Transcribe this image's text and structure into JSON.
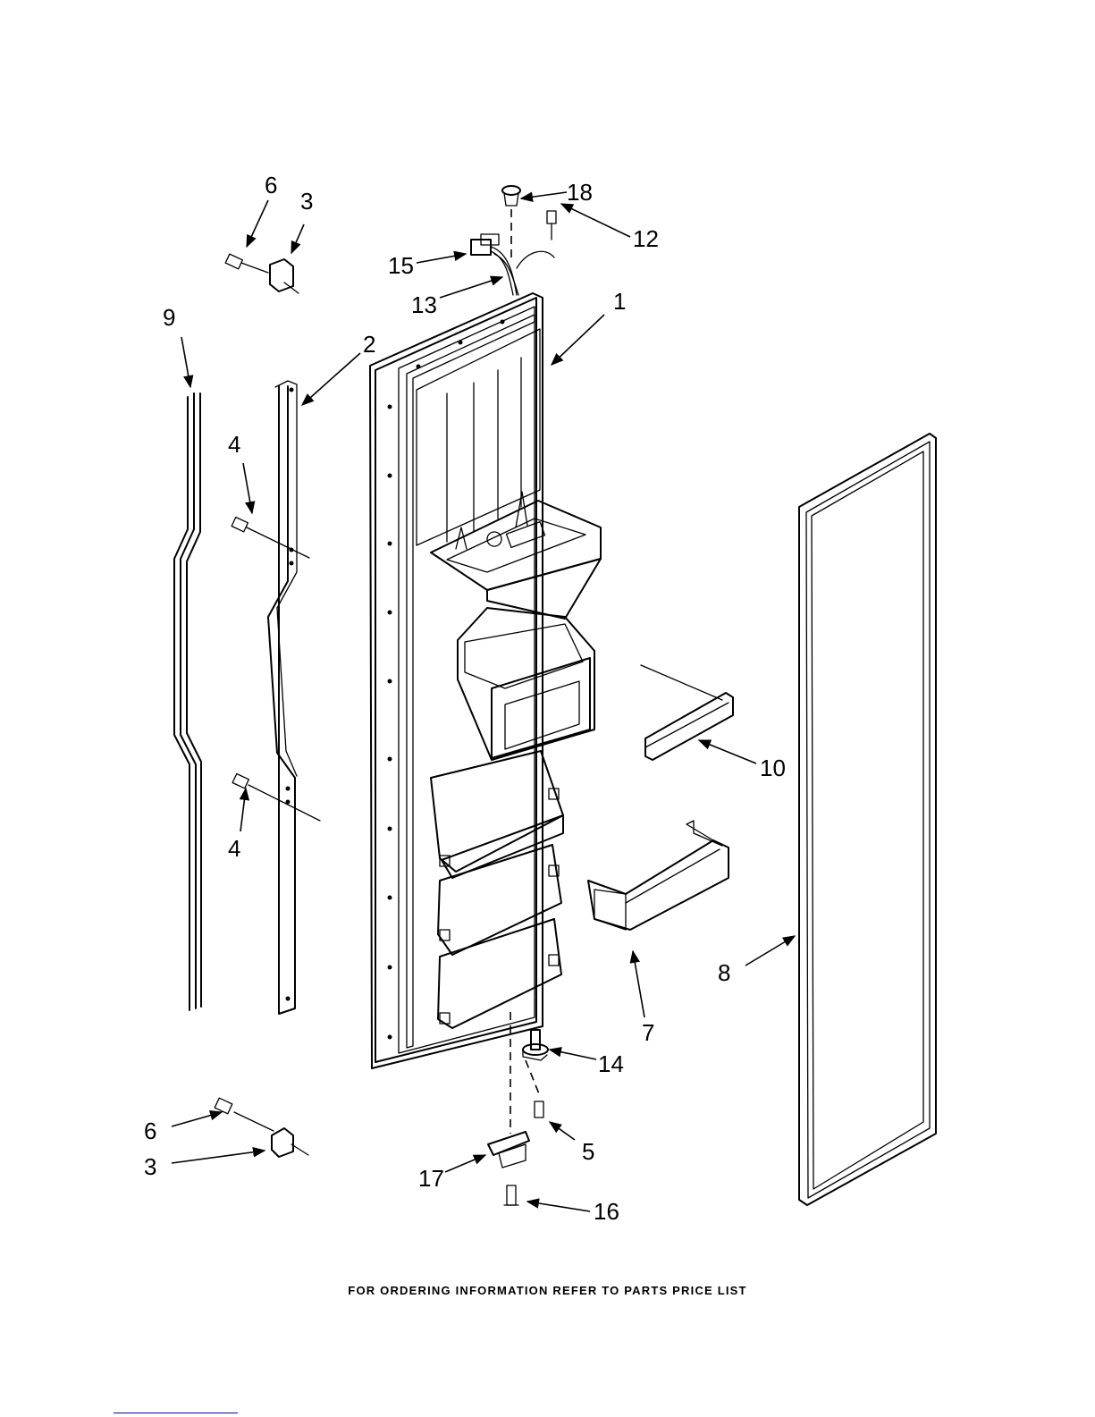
{
  "footer": {
    "note": "FOR ORDERING INFORMATION REFER TO PARTS PRICE LIST"
  },
  "callouts": {
    "c1": "1",
    "c2": "2",
    "c3a": "3",
    "c3b": "3",
    "c4a": "4",
    "c4b": "4",
    "c5": "5",
    "c6a": "6",
    "c6b": "6",
    "c7": "7",
    "c8": "8",
    "c9": "9",
    "c10": "10",
    "c12": "12",
    "c13": "13",
    "c14": "14",
    "c15": "15",
    "c16": "16",
    "c17": "17",
    "c18": "18"
  }
}
